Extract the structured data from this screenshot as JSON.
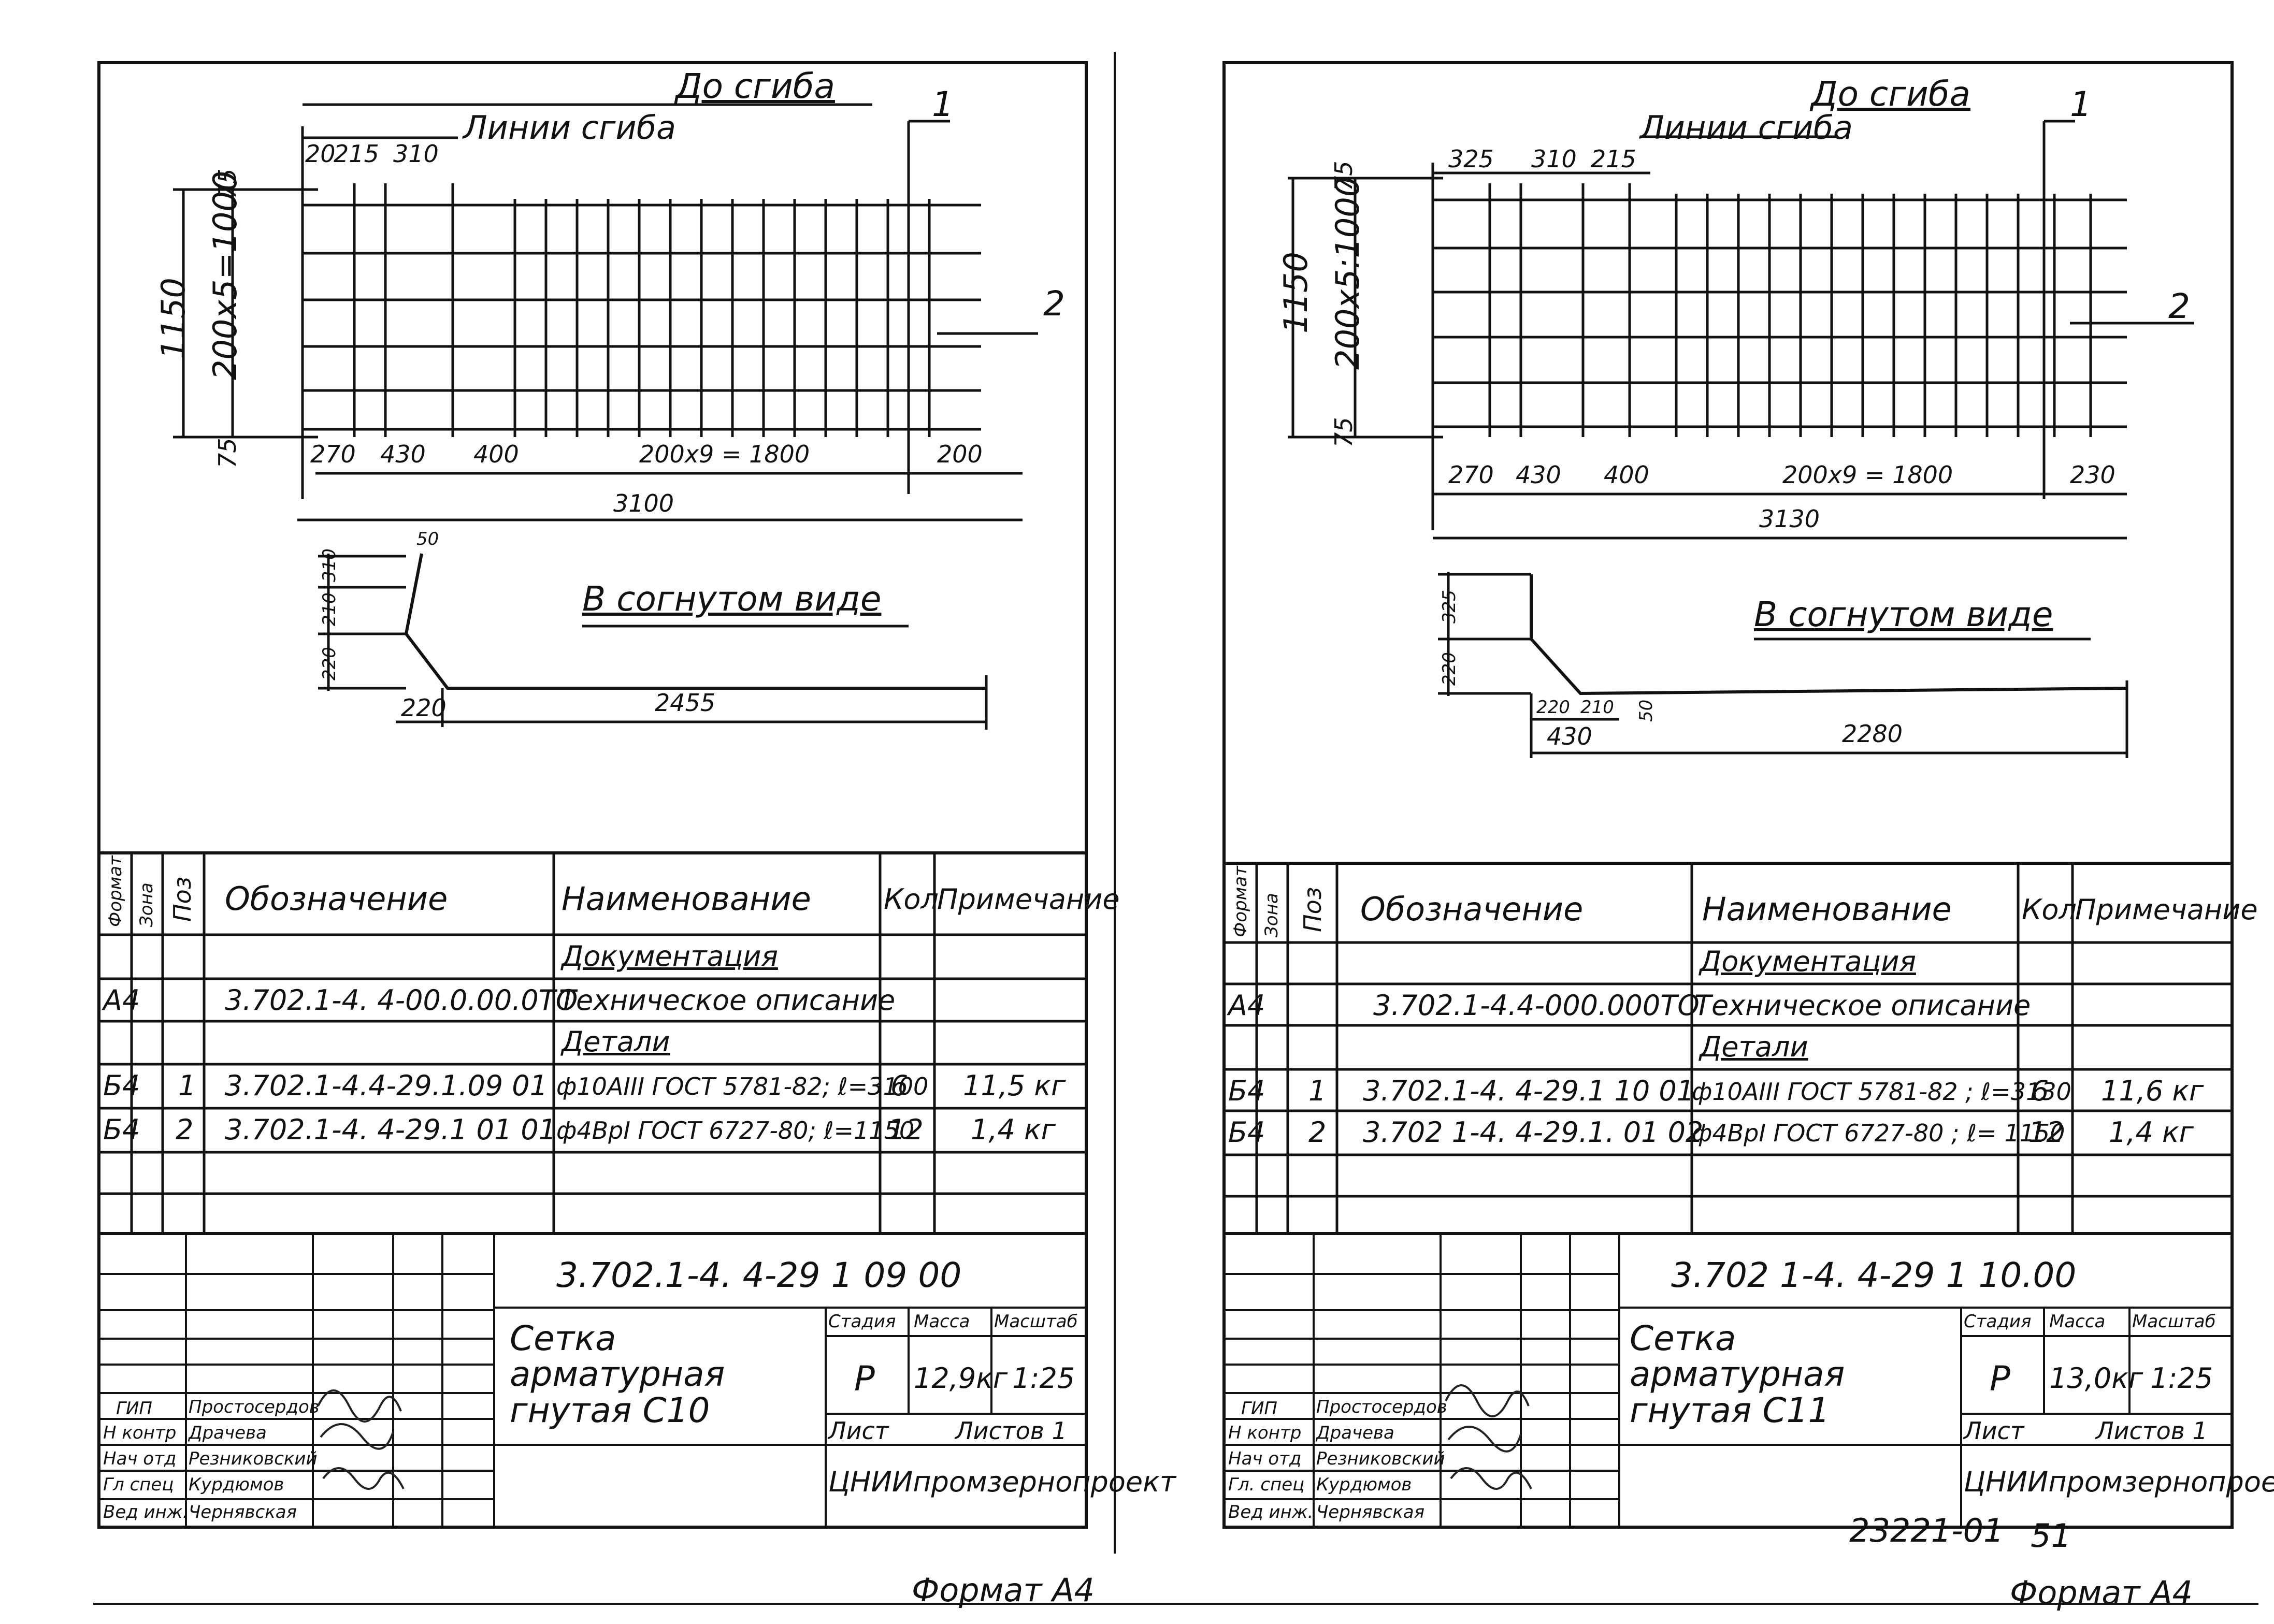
{
  "left": {
    "heading_before": "До сгиба",
    "fold_lines": "Линии сгиба",
    "callout_1": "1",
    "callout_2": "2",
    "top_dims": [
      "20",
      "215",
      "310"
    ],
    "v_dims": [
      "75",
      "200x5=1000",
      "75",
      "1150"
    ],
    "bottom_dims": [
      "270",
      "430",
      "400",
      "200x9 = 1800",
      "200",
      "3100"
    ],
    "bent_heading": "В согнутом виде",
    "bent_dims": [
      "310",
      "210",
      "220",
      "50",
      "220",
      "2455"
    ],
    "spec_headers": {
      "format": "Формат",
      "zone": "Зона",
      "pos": "Поз",
      "designation": "Обозначение",
      "name": "Наименование",
      "qty": "Кол",
      "note": "Примечание"
    },
    "rows": [
      {
        "format": "",
        "pos": "",
        "designation": "",
        "name": "Документация",
        "qty": "",
        "note": ""
      },
      {
        "format": "А4",
        "pos": "",
        "designation": "3.702.1-4. 4-00.0.00.0ТО",
        "name": "Техническое описание",
        "qty": "",
        "note": ""
      },
      {
        "format": "",
        "pos": "",
        "designation": "",
        "name": "Детали",
        "qty": "",
        "note": ""
      },
      {
        "format": "Б4",
        "pos": "1",
        "designation": "3.702.1-4.4-29.1.09 01",
        "name": "ф10АIII ГОСТ 5781-82; ℓ=3100",
        "qty": "6",
        "note": "11,5 кг"
      },
      {
        "format": "Б4",
        "pos": "2",
        "designation": "3.702.1-4. 4-29.1 01 01",
        "name": "ф4ВрI ГОСТ 6727-80; ℓ=1150",
        "qty": "12",
        "note": "1,4 кг"
      }
    ],
    "doc_code": "3.702.1-4. 4-29 1 09 00",
    "title": "Сетка арматурная гнутая С10",
    "stage_label": "Стадия",
    "mass_label": "Масса",
    "scale_label": "Масштаб",
    "stage": "Р",
    "mass": "12,9кг",
    "scale": "1:25",
    "sheet_label": "Лист",
    "sheets_label": "Листов 1",
    "org": "ЦНИИпромзернопроект",
    "roles": [
      "ГИП",
      "Н контр",
      "Нач отд",
      "Гл спец",
      "Вед инж."
    ],
    "names": [
      "Простосердов",
      "Драчева",
      "Резниковский",
      "Курдюмов",
      "Чернявская"
    ],
    "format": "Формат А4"
  },
  "right": {
    "heading_before": "До сгиба",
    "fold_lines": "Линии сгиба",
    "callout_1": "1",
    "callout_2": "2",
    "top_dims": [
      "325",
      "310",
      "215"
    ],
    "v_dims": [
      "75",
      "200x5:1000",
      "75",
      "1150"
    ],
    "bottom_dims": [
      "270",
      "430",
      "400",
      "200x9 = 1800",
      "230",
      "3130"
    ],
    "bent_heading": "В согнутом виде",
    "bent_dims": [
      "325",
      "220",
      "220",
      "210",
      "50",
      "430",
      "2280"
    ],
    "spec_headers": {
      "format": "Формат",
      "zone": "Зона",
      "pos": "Поз",
      "designation": "Обозначение",
      "name": "Наименование",
      "qty": "Кол",
      "note": "Примечание"
    },
    "rows": [
      {
        "format": "",
        "pos": "",
        "designation": "",
        "name": "Документация",
        "qty": "",
        "note": ""
      },
      {
        "format": "А4",
        "pos": "",
        "designation": "3.702.1-4.4-000.000ТО",
        "name": "Техническое описание",
        "qty": "",
        "note": ""
      },
      {
        "format": "",
        "pos": "",
        "designation": "",
        "name": "Детали",
        "qty": "",
        "note": ""
      },
      {
        "format": "Б4",
        "pos": "1",
        "designation": "3.702.1-4. 4-29.1 10 01",
        "name": "ф10АIII ГОСТ 5781-82 ; ℓ=3130",
        "qty": "6",
        "note": "11,6 кг"
      },
      {
        "format": "Б4",
        "pos": "2",
        "designation": "3.702 1-4. 4-29.1. 01 02",
        "name": "ф4ВрI ГОСТ 6727-80 ; ℓ= 1150",
        "qty": "12",
        "note": "1,4 кг"
      }
    ],
    "doc_code": "3.702 1-4. 4-29 1 10.00",
    "title": "Сетка арматурная гнутая С11",
    "stage_label": "Стадия",
    "mass_label": "Масса",
    "scale_label": "Масштаб",
    "stage": "Р",
    "mass": "13,0кг",
    "scale": "1:25",
    "sheet_label": "Лист",
    "sheets_label": "Листов 1",
    "org": "ЦНИИпромзернопроект",
    "roles": [
      "ГИП",
      "Н контр",
      "Нач отд",
      "Гл. спец",
      "Вед инж."
    ],
    "names": [
      "Простосердов",
      "Драчева",
      "Резниковский",
      "Курдюмов",
      "Чернявская"
    ],
    "stamp": "23221-01",
    "page_no": "51",
    "format": "Формат А4"
  }
}
